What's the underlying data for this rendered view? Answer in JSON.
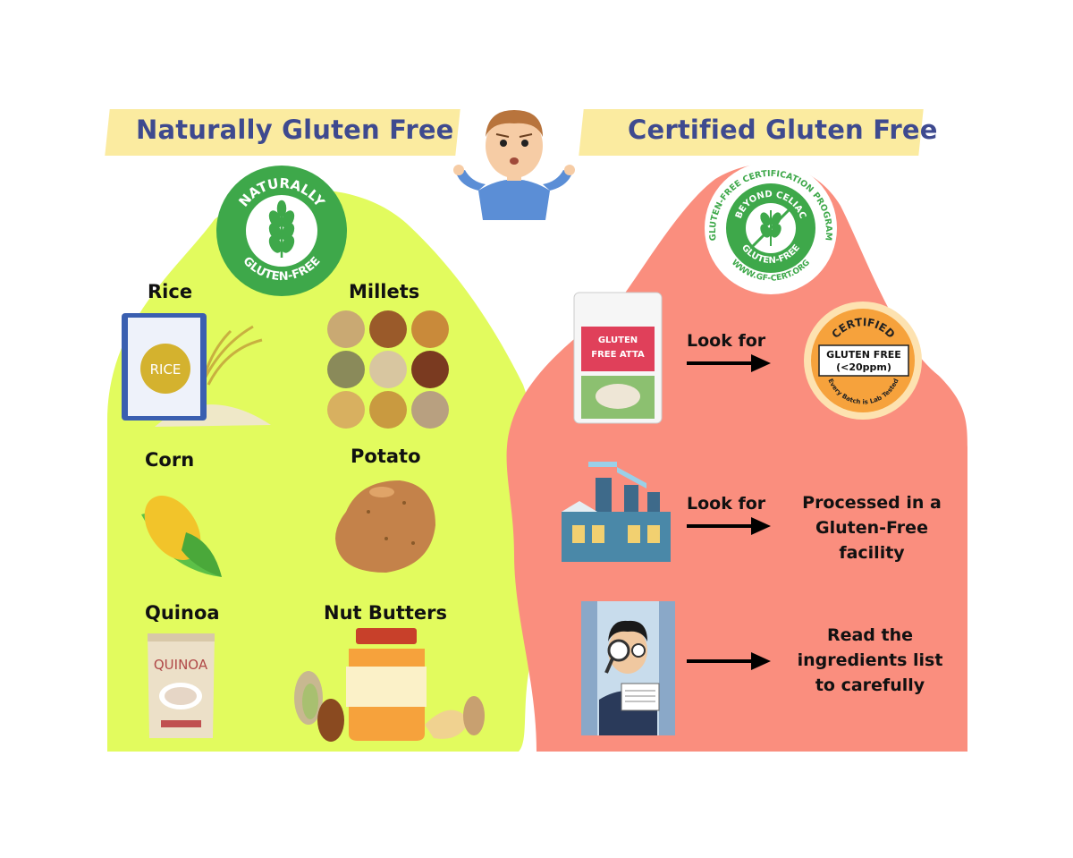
{
  "left": {
    "heading": "Naturally Gluten Free",
    "badge": {
      "top": "NATURALLY",
      "bottom": "GLUTEN-FREE",
      "icon": "wheat-icon",
      "color": "#3ea84a"
    },
    "items": [
      {
        "label": "Rice",
        "icon": "rice-bag-icon",
        "pack_text": "RICE"
      },
      {
        "label": "Millets",
        "icon": "millets-icon"
      },
      {
        "label": "Corn",
        "icon": "corn-icon"
      },
      {
        "label": "Potato",
        "icon": "potato-icon"
      },
      {
        "label": "Quinoa",
        "icon": "quinoa-pack-icon",
        "pack_text": "QUINOA"
      },
      {
        "label": "Nut Butters",
        "icon": "nut-butter-icon"
      }
    ],
    "bg_color": "#e2fb5e"
  },
  "right": {
    "heading": "Certified Gluten Free",
    "badge": {
      "ring_text": "GLUTEN-FREE CERTIFICATION PROGRAM",
      "inner_top": "BEYOND CELIAC",
      "inner_bottom": "GLUTEN-FREE",
      "url": "WWW.GF-CERT.ORG",
      "icon": "crossed-wheat-icon",
      "color": "#3ea84a"
    },
    "rows": [
      {
        "icon": "atta-pack-icon",
        "pack_line1": "GLUTEN",
        "pack_line2": "FREE ATTA",
        "look_for": "Look for",
        "cert_seal": {
          "top": "CERTIFIED",
          "line1": "GLUTEN FREE",
          "line2": "(<20ppm)",
          "bottom": "Every Batch is Lab Tested"
        }
      },
      {
        "icon": "factory-icon",
        "look_for": "Look for",
        "text_lines": [
          "Processed in a",
          "Gluten-Free",
          "facility"
        ]
      },
      {
        "icon": "label-reader-icon",
        "text_lines": [
          "Read the",
          "ingredients list",
          "to carefully"
        ]
      }
    ],
    "bg_color": "#fa8e7e"
  },
  "center": {
    "icon": "confused-person-icon"
  },
  "colors": {
    "heading": "#3e4a8f",
    "highlight": "#fbeba0",
    "green": "#3ea84a",
    "orange": "#f6a23c"
  }
}
